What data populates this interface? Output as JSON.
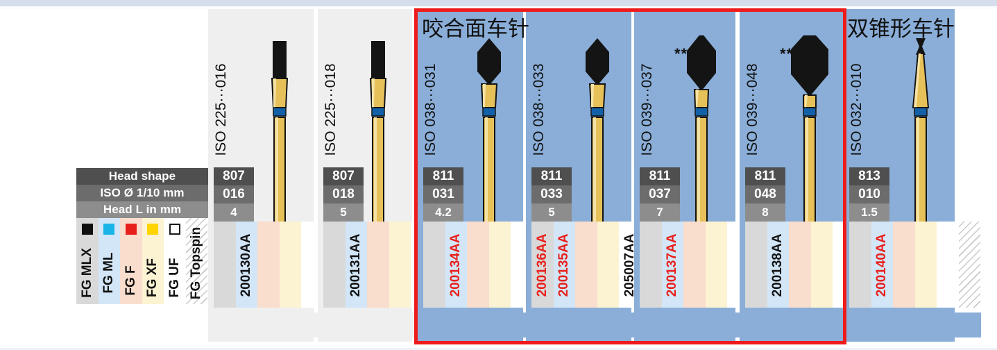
{
  "legend": {
    "header_rows": [
      "Head shape",
      "ISO Ø 1/10 mm",
      "Head L in mm"
    ],
    "grit_bands": [
      {
        "label": "FG MLX",
        "swatch": "black-square-icon",
        "color": "#0f0f0f",
        "background": "#d9d9d9"
      },
      {
        "label": "FG ML",
        "swatch": "cyan-square-icon",
        "color": "#1ab4e8",
        "background": "#d3e6f7"
      },
      {
        "label": "FG F",
        "swatch": "red-square-icon",
        "color": "#e8201c",
        "background": "#f9ddcd"
      },
      {
        "label": "FG XF",
        "swatch": "yellow-square-icon",
        "color": "#ffd400",
        "background": "#fcf3d3"
      },
      {
        "label": "FG UF",
        "swatch": "white-outline-square-icon",
        "color": "#ffffff",
        "background": "#ffffff"
      },
      {
        "label": "FG Topspin",
        "swatch": "hatched-square-icon",
        "color": "#c9c9c9",
        "background": "#ffffff"
      }
    ]
  },
  "sections": [
    {
      "title": "咬合面车针"
    },
    {
      "title": "双锥形车针"
    }
  ],
  "columns": [
    {
      "iso": "ISO 225···016",
      "code_shape": "807",
      "code_diameter": "016",
      "code_length": "4",
      "stars": "",
      "highlighted": false,
      "head_shape": "flat-end-cylinder",
      "articles": [
        {
          "band": "FG ML",
          "number": "200130AA",
          "color": "black"
        }
      ]
    },
    {
      "iso": "ISO 225···018",
      "code_shape": "807",
      "code_diameter": "018",
      "code_length": "5",
      "stars": "",
      "highlighted": false,
      "head_shape": "flat-end-cylinder",
      "articles": [
        {
          "band": "FG ML",
          "number": "200131AA",
          "color": "black"
        }
      ]
    },
    {
      "iso": "ISO 038···031",
      "code_shape": "811",
      "code_diameter": "031",
      "code_length": "4.2",
      "stars": "",
      "highlighted": true,
      "head_shape": "hexagonal-bevel",
      "articles": [
        {
          "band": "FG ML",
          "number": "200134AA",
          "color": "red"
        }
      ]
    },
    {
      "iso": "ISO 038···033",
      "code_shape": "811",
      "code_diameter": "033",
      "code_length": "5",
      "stars": "",
      "highlighted": true,
      "head_shape": "hexagonal-bevel",
      "articles": [
        {
          "band": "FG MLX",
          "number": "200136AA",
          "color": "red"
        },
        {
          "band": "FG ML",
          "number": "200135AA",
          "color": "red"
        },
        {
          "band": "FG UF",
          "number": "205007AA",
          "color": "black"
        }
      ]
    },
    {
      "iso": "ISO 039···037",
      "code_shape": "811",
      "code_diameter": "037",
      "code_length": "7",
      "stars": "**",
      "highlighted": true,
      "head_shape": "hexagonal-bevel-large",
      "articles": [
        {
          "band": "FG ML",
          "number": "200137AA",
          "color": "red"
        }
      ]
    },
    {
      "iso": "ISO 039···048",
      "code_shape": "811",
      "code_diameter": "048",
      "code_length": "8",
      "stars": "**",
      "highlighted": true,
      "head_shape": "hexagonal-bevel-xlarge",
      "articles": [
        {
          "band": "FG ML",
          "number": "200138AA",
          "color": "black"
        }
      ]
    },
    {
      "iso": "ISO 032···010",
      "code_shape": "813",
      "code_diameter": "010",
      "code_length": "1.5",
      "stars": "",
      "highlighted": true,
      "head_shape": "double-cone-inverted",
      "articles": [
        {
          "band": "FG ML",
          "number": "200140AA",
          "color": "red"
        }
      ]
    }
  ]
}
